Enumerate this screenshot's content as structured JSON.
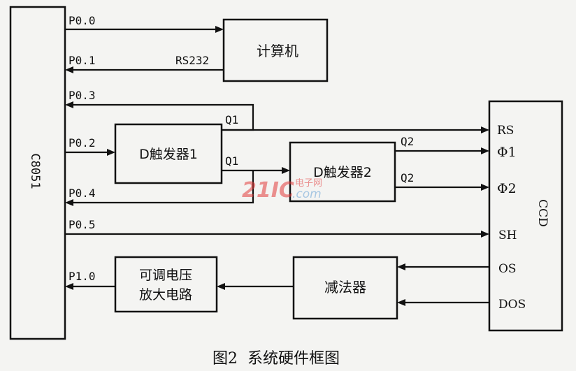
{
  "blocks": {
    "mcu": "C8051",
    "computer": "计算机",
    "dff1": "D触发器1",
    "dff2": "D触发器2",
    "ccd": "CCD",
    "subtractor": "减法器",
    "amp_line1": "可调电压",
    "amp_line2": "放大电路"
  },
  "ports": {
    "p00": "P0.0",
    "p01": "P0.1",
    "p03": "P0.3",
    "p02": "P0.2",
    "p04": "P0.4",
    "p05": "P0.5",
    "p10": "P1.0"
  },
  "signals": {
    "rs232": "RS232",
    "q1_top": "Q1",
    "q1_bottom": "Q1",
    "q2_top": "Q2",
    "q2_bottom": "Q2"
  },
  "ccd_pins": {
    "rs": "RS",
    "phi1": "Φ1",
    "phi2": "Φ2",
    "sh": "SH",
    "os": "OS",
    "dos": "DOS"
  },
  "watermark": {
    "number": "21IC",
    "cn": "电子网",
    "com": ".com"
  },
  "caption": "图2  系统硬件框图"
}
